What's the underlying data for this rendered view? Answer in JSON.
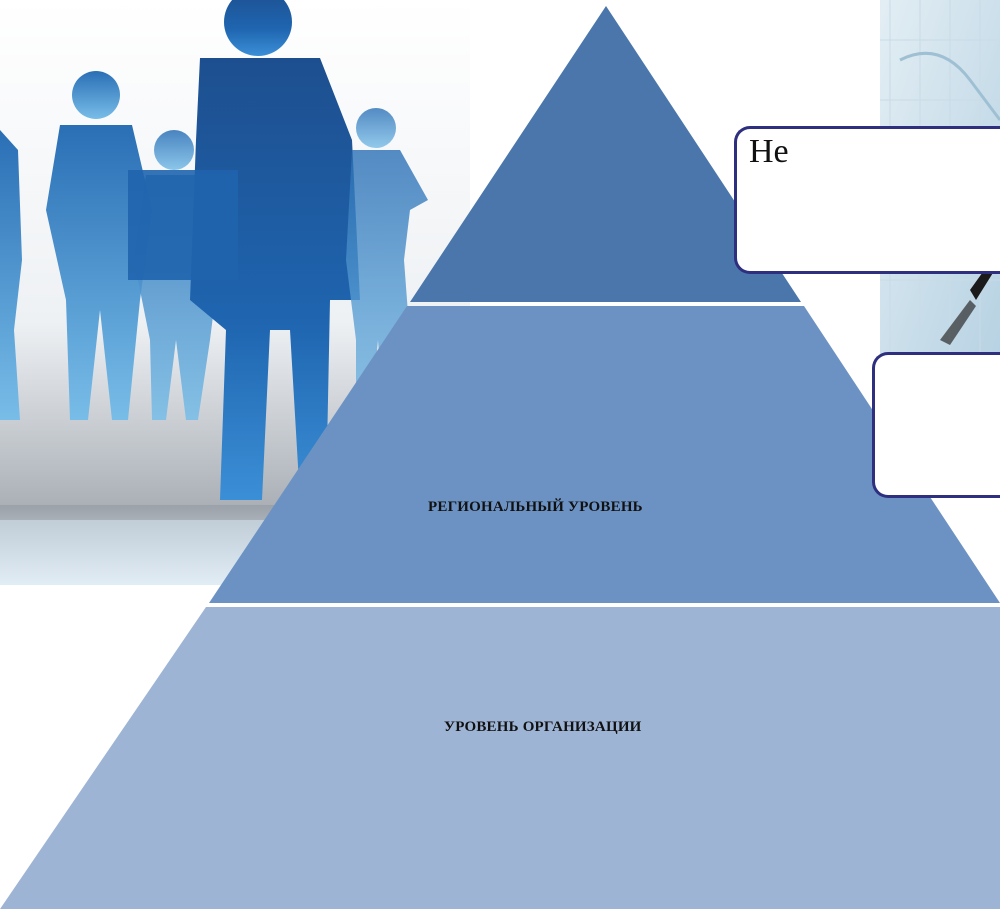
{
  "diagram": {
    "levels": [
      {
        "id": "top",
        "label": "",
        "color": "#4a76ab"
      },
      {
        "id": "regional",
        "label": "РЕГИОНАЛЬНЫЙ УРОВЕНЬ",
        "color": "#6c92c3"
      },
      {
        "id": "organization",
        "label": "УРОВЕНЬ ОРГАНИЗАЦИИ",
        "color": "#9eb4d5"
      }
    ],
    "callouts": [
      {
        "id": "callout-top",
        "text": "Не"
      },
      {
        "id": "callout-mid",
        "text": ""
      }
    ],
    "colors": {
      "callout_border": "#2e2f7e",
      "silhouette_dark": "#1f5fa6",
      "silhouette_light": "#6fb1e0"
    }
  }
}
